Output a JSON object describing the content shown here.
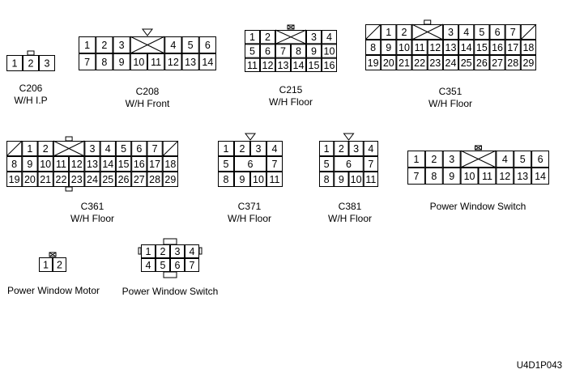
{
  "drawing_code": "U4D1P043",
  "connectors": [
    {
      "id": "c206",
      "name": "C206",
      "sub": "W/H I.P",
      "key": "tab",
      "rows": [
        [
          {
            "t": "1"
          },
          {
            "t": "2"
          },
          {
            "t": "3"
          }
        ]
      ]
    },
    {
      "id": "c208",
      "name": "C208",
      "sub": "W/H Front",
      "key": "tri",
      "rows": [
        [
          {
            "t": "1"
          },
          {
            "t": "2"
          },
          {
            "t": "3"
          },
          {
            "x": 2
          },
          {
            "t": "4"
          },
          {
            "t": "5"
          },
          {
            "t": "6"
          }
        ],
        [
          {
            "t": "7"
          },
          {
            "t": "8"
          },
          {
            "t": "9"
          },
          {
            "t": "10"
          },
          {
            "t": "11"
          },
          {
            "t": "12"
          },
          {
            "t": "13"
          },
          {
            "t": "14"
          }
        ]
      ]
    },
    {
      "id": "c215",
      "name": "C215",
      "sub": "W/H Floor",
      "key": "box",
      "rows": [
        [
          {
            "t": "1"
          },
          {
            "t": "2"
          },
          {
            "x": 2
          },
          {
            "t": "3"
          },
          {
            "t": "4"
          }
        ],
        [
          {
            "t": "5"
          },
          {
            "t": "6"
          },
          {
            "t": "7"
          },
          {
            "t": "8"
          },
          {
            "t": "9"
          },
          {
            "t": "10"
          }
        ],
        [
          {
            "t": "11"
          },
          {
            "t": "12"
          },
          {
            "t": "13"
          },
          {
            "t": "14"
          },
          {
            "t": "15"
          },
          {
            "t": "16"
          }
        ]
      ]
    },
    {
      "id": "c351",
      "name": "C351",
      "sub": "W/H Floor",
      "key": "tab",
      "rows": [
        [
          {
            "d": "/"
          },
          {
            "t": "1"
          },
          {
            "t": "2"
          },
          {
            "x": 2
          },
          {
            "t": "3"
          },
          {
            "t": "4"
          },
          {
            "t": "5"
          },
          {
            "t": "6"
          },
          {
            "t": "7"
          },
          {
            "d": "/"
          }
        ],
        [
          {
            "t": "8"
          },
          {
            "t": "9"
          },
          {
            "t": "10"
          },
          {
            "t": "11"
          },
          {
            "t": "12"
          },
          {
            "t": "13"
          },
          {
            "t": "14"
          },
          {
            "t": "15"
          },
          {
            "t": "16"
          },
          {
            "t": "17"
          },
          {
            "t": "18"
          }
        ],
        [
          {
            "t": "19"
          },
          {
            "t": "20"
          },
          {
            "t": "21"
          },
          {
            "t": "22"
          },
          {
            "t": "23"
          },
          {
            "t": "24"
          },
          {
            "t": "25"
          },
          {
            "t": "26"
          },
          {
            "t": "27"
          },
          {
            "t": "28"
          },
          {
            "t": "29"
          }
        ]
      ]
    },
    {
      "id": "c361",
      "name": "C361",
      "sub": "W/H Floor",
      "key": "tab",
      "bottomTab": true,
      "rows": [
        [
          {
            "d": "/"
          },
          {
            "t": "1"
          },
          {
            "t": "2"
          },
          {
            "x": 2
          },
          {
            "t": "3"
          },
          {
            "t": "4"
          },
          {
            "t": "5"
          },
          {
            "t": "6"
          },
          {
            "t": "7"
          },
          {
            "d": "/"
          }
        ],
        [
          {
            "t": "8"
          },
          {
            "t": "9"
          },
          {
            "t": "10"
          },
          {
            "t": "11"
          },
          {
            "t": "12"
          },
          {
            "t": "13"
          },
          {
            "t": "14"
          },
          {
            "t": "15"
          },
          {
            "t": "16"
          },
          {
            "t": "17"
          },
          {
            "t": "18"
          }
        ],
        [
          {
            "t": "19"
          },
          {
            "t": "20"
          },
          {
            "t": "21"
          },
          {
            "t": "22"
          },
          {
            "t": "23"
          },
          {
            "t": "24"
          },
          {
            "t": "25"
          },
          {
            "t": "26"
          },
          {
            "t": "27"
          },
          {
            "t": "28"
          },
          {
            "t": "29"
          }
        ]
      ]
    },
    {
      "id": "c371",
      "name": "C371",
      "sub": "W/H Floor",
      "key": "tri",
      "rows": [
        [
          {
            "t": "1"
          },
          {
            "t": "2"
          },
          {
            "t": "3"
          },
          {
            "t": "4"
          }
        ],
        [
          {
            "t": "5"
          },
          {
            "t": "6",
            "w": 2
          },
          {
            "t": "7"
          }
        ],
        [
          {
            "t": "8"
          },
          {
            "t": "9"
          },
          {
            "t": "10"
          },
          {
            "t": "11"
          }
        ]
      ]
    },
    {
      "id": "c381",
      "name": "C381",
      "sub": "W/H Floor",
      "key": "tri",
      "rows": [
        [
          {
            "t": "1"
          },
          {
            "t": "2"
          },
          {
            "t": "3"
          },
          {
            "t": "4"
          }
        ],
        [
          {
            "t": "5"
          },
          {
            "t": "6",
            "w": 2
          },
          {
            "t": "7"
          }
        ],
        [
          {
            "t": "8"
          },
          {
            "t": "9"
          },
          {
            "t": "10"
          },
          {
            "t": "11"
          }
        ]
      ]
    },
    {
      "id": "pws1",
      "name": "Power Window Switch",
      "sub": "",
      "key": "box",
      "rows": [
        [
          {
            "t": "1"
          },
          {
            "t": "2"
          },
          {
            "t": "3"
          },
          {
            "x": 2
          },
          {
            "t": "4"
          },
          {
            "t": "5"
          },
          {
            "t": "6"
          }
        ],
        [
          {
            "t": "7"
          },
          {
            "t": "8"
          },
          {
            "t": "9"
          },
          {
            "t": "10"
          },
          {
            "t": "11"
          },
          {
            "t": "12"
          },
          {
            "t": "13"
          },
          {
            "t": "14"
          }
        ]
      ]
    },
    {
      "id": "pwm",
      "name": "Power Window Motor",
      "sub": "",
      "key": "box",
      "rows": [
        [
          {
            "t": "1"
          },
          {
            "t": "2"
          }
        ]
      ]
    },
    {
      "id": "pws2",
      "name": "Power Window Switch",
      "sub": "",
      "key": "latch",
      "rows": [
        [
          {
            "t": "1"
          },
          {
            "t": "2"
          },
          {
            "t": "3"
          },
          {
            "t": "4"
          }
        ],
        [
          {
            "t": "4"
          },
          {
            "t": "5"
          },
          {
            "t": "6"
          },
          {
            "t": "7"
          }
        ]
      ]
    }
  ]
}
